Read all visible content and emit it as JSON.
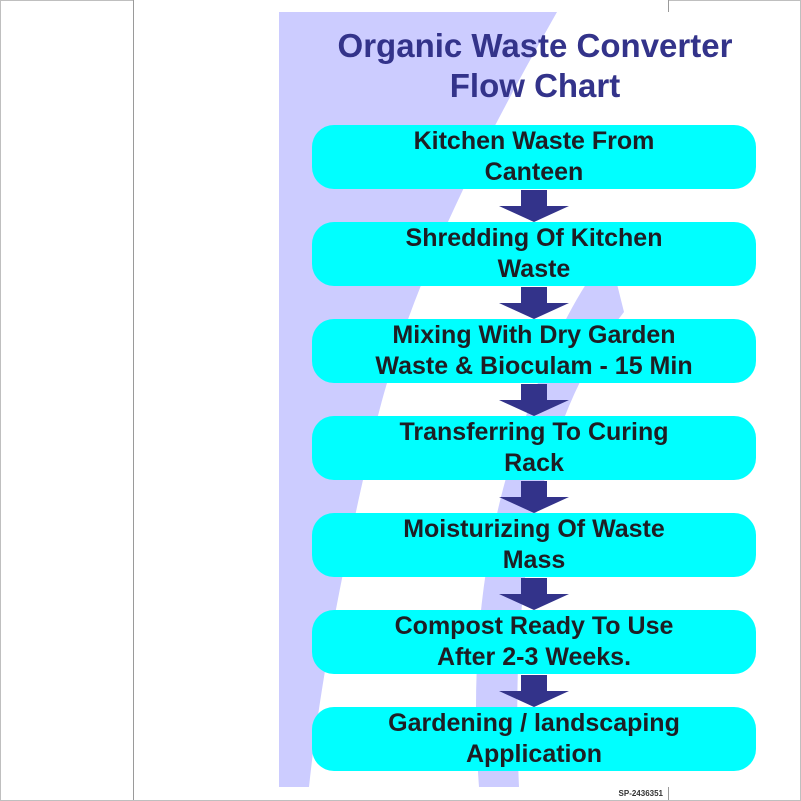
{
  "title": {
    "line1": "Organic Waste Converter",
    "line2": "Flow Chart"
  },
  "steps": [
    {
      "line1": "Kitchen Waste From",
      "line2": "Canteen"
    },
    {
      "line1": "Shredding Of Kitchen",
      "line2": "Waste"
    },
    {
      "line1": "Mixing With Dry Garden",
      "line2": "Waste & Bioculam - 15 Min"
    },
    {
      "line1": "Transferring To Curing",
      "line2": "Rack"
    },
    {
      "line1": "Moisturizing Of Waste",
      "line2": "Mass"
    },
    {
      "line1": "Compost Ready To Use",
      "line2": "After 2-3 Weeks."
    },
    {
      "line1": "Gardening / landscaping",
      "line2": "Application"
    }
  ],
  "product_code": "SP-2436351",
  "colors": {
    "title": "#33338a",
    "step_fill": "#00ffff",
    "step_text": "#1e1e24",
    "arrow": "#33338a",
    "background_swoosh": "#ccccff"
  }
}
